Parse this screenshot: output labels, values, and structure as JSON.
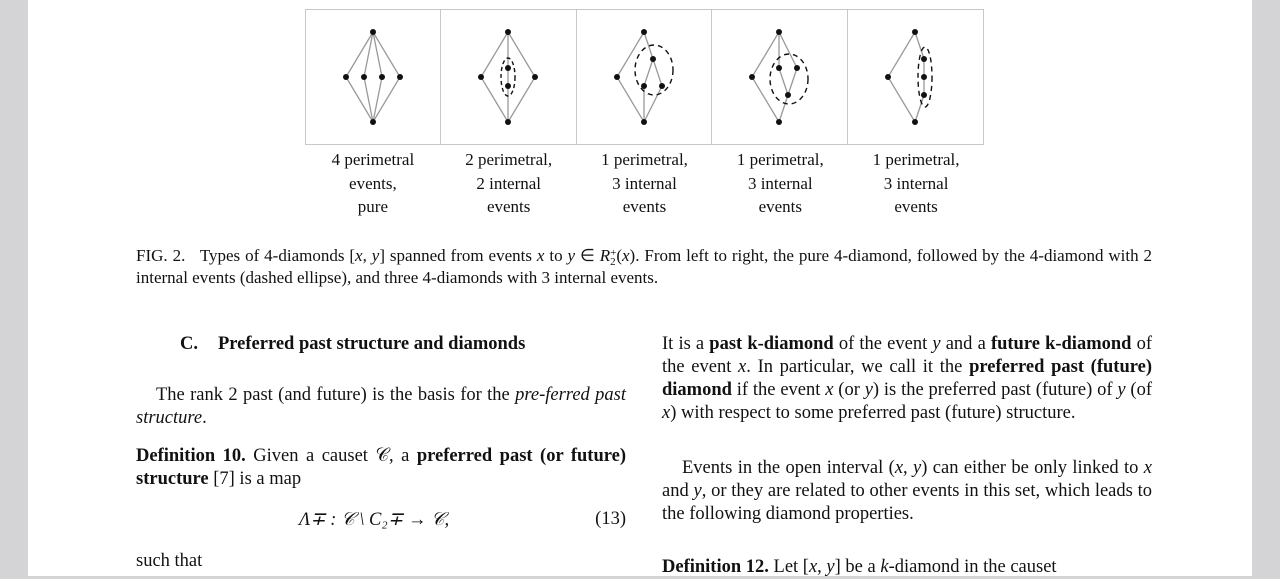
{
  "figure": {
    "panels": [
      {
        "name": "pure-4-diamond",
        "label_lines": [
          "4 perimetral",
          "events,",
          "pure"
        ]
      },
      {
        "name": "2-internal-4-diamond",
        "label_lines": [
          "2 perimetral,",
          "2 internal",
          "events"
        ]
      },
      {
        "name": "3-internal-4-diamond-a",
        "label_lines": [
          "1 perimetral,",
          "3 internal",
          "events"
        ]
      },
      {
        "name": "3-internal-4-diamond-b",
        "label_lines": [
          "1 perimetral,",
          "3 internal",
          "events"
        ]
      },
      {
        "name": "3-internal-4-diamond-c",
        "label_lines": [
          "1 perimetral,",
          "3 internal",
          "events"
        ]
      }
    ],
    "colors": {
      "edge": "#999999",
      "node": "#111111",
      "ellipse": "#111111",
      "border": "#c8c8cc"
    }
  },
  "caption": {
    "label": "FIG. 2.",
    "text_a": "Types of 4-diamonds [",
    "x": "x",
    "comma": ", ",
    "y": "y",
    "text_b": "] spanned from events ",
    "text_c": " to ",
    "text_d": " ∈ ",
    "R": "R",
    "R_sub": "2",
    "R_sup": "+",
    "text_e": "(",
    "text_f": "). From left to right, the pure 4-diamond, followed by the 4-diamond with 2 internal events (dashed ellipse), and three 4-diamonds with 3 internal events."
  },
  "section": {
    "number": "C.",
    "title": "Preferred past structure and diamonds"
  },
  "left_column": {
    "para1_a": "The rank 2 past (and future) is the basis for the ",
    "para1_italic": "pre-ferred past structure",
    "para1_end": ".",
    "def10_label": "Definition 10.",
    "def10_a": " Given a causet ",
    "causet_symbol": "𝒞",
    "def10_b": ", a ",
    "def10_bold": "preferred past (or future) structure",
    "def10_c": " [7] is a map",
    "equation": "Λ∓ : 𝒞 \\ C₂∓ → 𝒞,",
    "equation_number": "(13)",
    "such_that": "such that"
  },
  "right_column": {
    "p1_a": "It is a ",
    "p1_bold1": "past k-diamond",
    "p1_b": " of the event ",
    "y": "y",
    "p1_c": " and a ",
    "p1_bold2": "future k-diamond",
    "p1_d": " of the event ",
    "x": "x",
    "p1_e": ". In particular, we call it the ",
    "p1_bold3": "preferred past (future) diamond",
    "p1_f": " if the event ",
    "p1_g": " (or ",
    "p1_h": ") is the preferred past (future) of ",
    "p1_i": " (of ",
    "p1_j": ") with respect to some preferred past (future) structure.",
    "p2_a": "Events in the open interval (",
    "p2_b": ") can either be only linked to ",
    "p2_c": " and ",
    "p2_d": ", or they are related to other events in this set, which leads to the following diamond properties.",
    "def12_label": "Definition 12.",
    "def12_a": " Let [",
    "def12_b": "] be a ",
    "k": "k",
    "def12_c": "-diamond in the causet"
  }
}
